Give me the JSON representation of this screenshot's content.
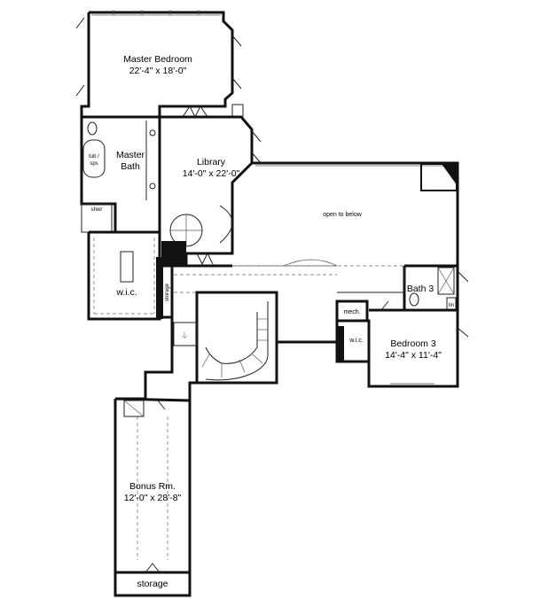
{
  "rooms": {
    "master_bedroom": {
      "name": "Master Bedroom",
      "size": "22'-4\" x 18'-0\""
    },
    "master_bath": {
      "name_line1": "Master",
      "name_line2": "Bath"
    },
    "tub": {
      "line1": "tub /",
      "line2": "sps"
    },
    "shwr": "shwr",
    "wic_master": "w.i.c.",
    "library": {
      "name": "Library",
      "size": "14'-0\" x 22'-0\""
    },
    "open_below": "open to below",
    "storage_mid": "storage",
    "bath3": "Bath 3",
    "lin": "lin",
    "mech": "mech.",
    "wic_bed3": "w.i.c.",
    "bedroom3": {
      "name": "Bedroom 3",
      "size": "14'-4\" x 11'-4\""
    },
    "bonus": {
      "name": "Bonus Rm.",
      "size": "12'-0\" x 28'-8\""
    },
    "storage_bottom": "storage"
  }
}
